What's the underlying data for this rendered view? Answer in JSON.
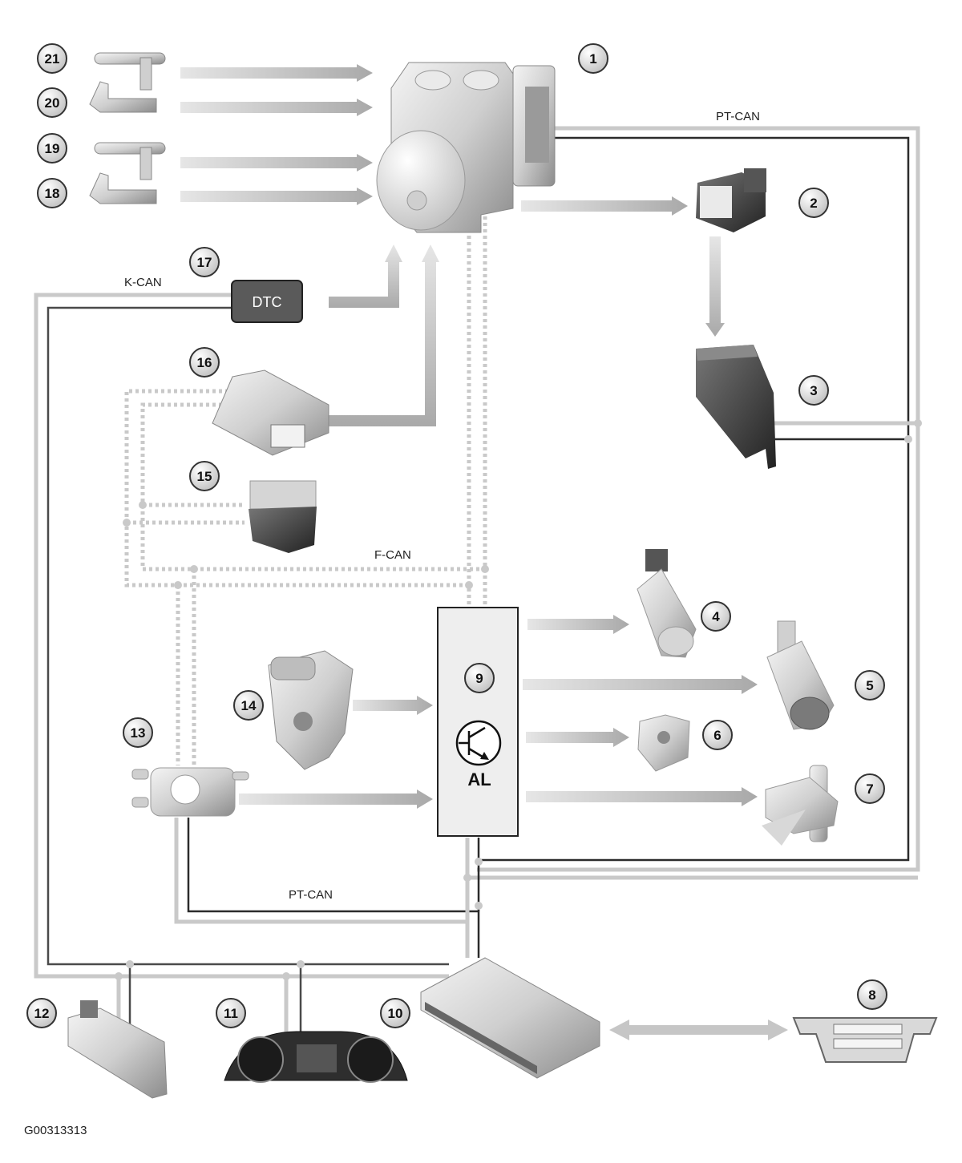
{
  "labels": {
    "pt_can_top": "PT-CAN",
    "pt_can_bottom": "PT-CAN",
    "k_can": "K-CAN",
    "f_can": "F-CAN",
    "dtc": "DTC",
    "al": "AL",
    "figure_id": "G00313313"
  },
  "callouts": [
    "1",
    "2",
    "3",
    "4",
    "5",
    "6",
    "7",
    "8",
    "9",
    "10",
    "11",
    "12",
    "13",
    "14",
    "15",
    "16",
    "17",
    "18",
    "19",
    "20",
    "21"
  ],
  "colors": {
    "bus_gray": "#c9c9c9",
    "bus_dark": "#2b2b2b",
    "arrow": "#b8b8b8",
    "dtc_box": "#5a5a5a",
    "callout_fill": "#d9d9d9"
  }
}
